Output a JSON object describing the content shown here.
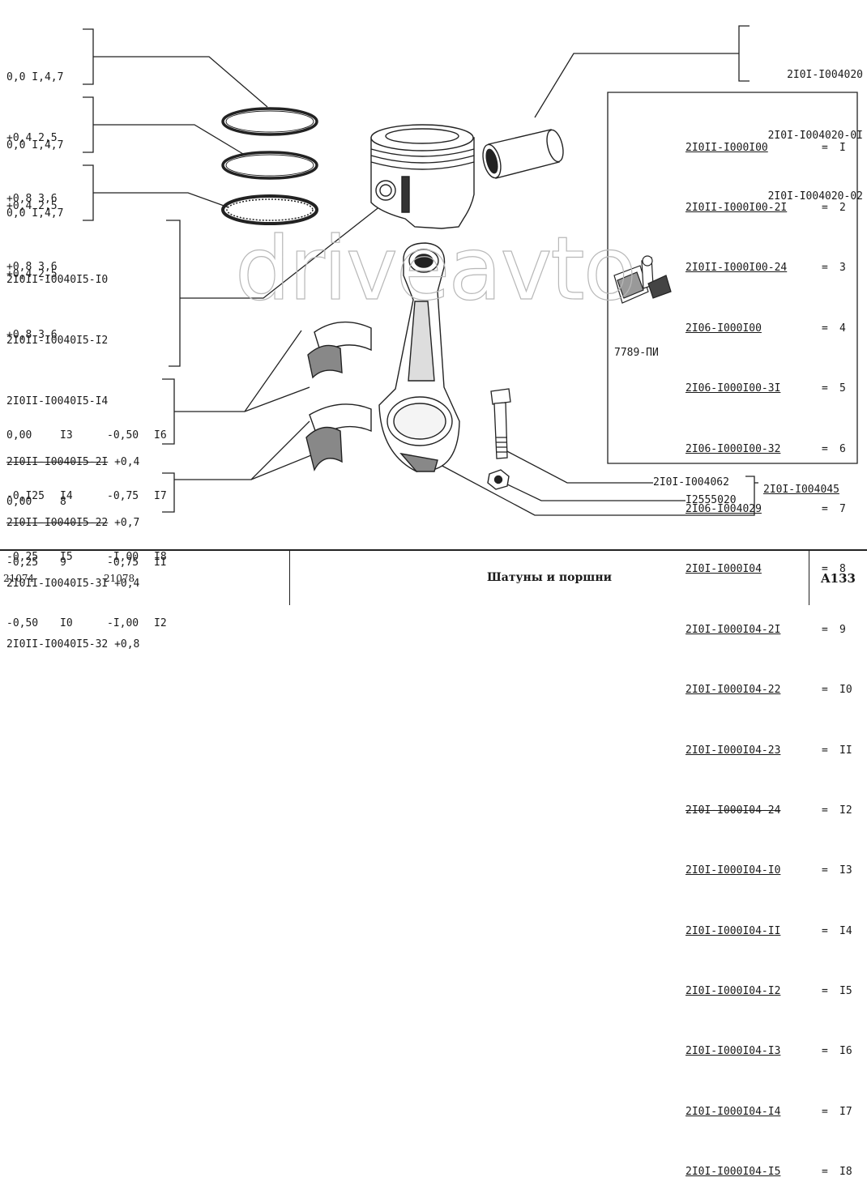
{
  "ring_groups": [
    {
      "rows": [
        "0,0 I,4,7",
        "+0,4 2,5",
        "+0,8 3,6"
      ]
    },
    {
      "rows": [
        "0,0 I,4,7",
        "+0,4 2,5",
        "+0,8 3,6"
      ]
    },
    {
      "rows": [
        "0,0 I,4,7",
        "+0,4 2,5",
        "+0,8 3,6"
      ]
    }
  ],
  "pistons": [
    {
      "code": "2I0II-I0040I5-I0",
      "suffix": "",
      "struck": false
    },
    {
      "code": "2I0II-I0040I5-I2",
      "suffix": "",
      "struck": false
    },
    {
      "code": "2I0II-I0040I5-I4",
      "suffix": "",
      "struck": false
    },
    {
      "code": "2I0II-I0040I5-2I",
      "suffix": "+0,4",
      "struck": true
    },
    {
      "code": "2I0II-I0040I5-22",
      "suffix": "+0,7",
      "struck": true
    },
    {
      "code": "2I0II-I0040I5-3I",
      "suffix": "+0,4",
      "struck": false
    },
    {
      "code": "2I0II-I0040I5-32",
      "suffix": "+0,8",
      "struck": false
    }
  ],
  "bearing_upper": [
    [
      "0,00",
      "I3",
      "-0,50",
      "I6"
    ],
    [
      "-0,I25",
      "I4",
      "-0,75",
      "I7"
    ],
    [
      "-0,25",
      "I5",
      "-I,00",
      "I8"
    ]
  ],
  "bearing_lower": [
    [
      "0,00",
      "8",
      "",
      ""
    ],
    [
      "-0,25",
      "9",
      "-0,75",
      "II"
    ],
    [
      "-0,50",
      "I0",
      "-I,00",
      "I2"
    ]
  ],
  "pins": [
    "2I0I-I004020",
    "2I0I-I004020-0I",
    "2I0I-I004020-02"
  ],
  "rods": [
    {
      "code": "2I0II-I000I00",
      "num": "I",
      "struck": false
    },
    {
      "code": "2I0II-I000I00-2I",
      "num": "2",
      "struck": false
    },
    {
      "code": "2I0II-I000I00-24",
      "num": "3",
      "struck": false
    },
    {
      "code": "2I06-I000I00",
      "num": "4",
      "struck": false
    },
    {
      "code": "2I06-I000I00-3I",
      "num": "5",
      "struck": false
    },
    {
      "code": "2I06-I000I00-32",
      "num": "6",
      "struck": false
    },
    {
      "code": "2I06-I004029",
      "num": "7",
      "struck": false
    },
    {
      "code": "2I0I-I000I04",
      "num": "8",
      "struck": false
    },
    {
      "code": "2I0I-I000I04-2I",
      "num": "9",
      "struck": false
    },
    {
      "code": "2I0I-I000I04-22",
      "num": "I0",
      "struck": false
    },
    {
      "code": "2I0I-I000I04-23",
      "num": "II",
      "struck": false
    },
    {
      "code": "2I0I-I000I04-24",
      "num": "I2",
      "struck": true
    },
    {
      "code": "2I0I-I000I04-I0",
      "num": "I3",
      "struck": false
    },
    {
      "code": "2I0I-I000I04-II",
      "num": "I4",
      "struck": false
    },
    {
      "code": "2I0I-I000I04-I2",
      "num": "I5",
      "struck": false
    },
    {
      "code": "2I0I-I000I04-I3",
      "num": "I6",
      "struck": false
    },
    {
      "code": "2I0I-I000I04-I4",
      "num": "I7",
      "struck": false
    },
    {
      "code": "2I0I-I000I04-I5",
      "num": "I8",
      "struck": false
    }
  ],
  "tool_label": "7789-ПИ",
  "bolt_code": "2I0I-I004062",
  "nut_code": "I2555020",
  "assembly_code": "2I0I-I004045",
  "watermark": "driveavto",
  "footer": {
    "model1": "21074",
    "model2": "21078",
    "title": "Шатуны и поршни",
    "page": "A133"
  }
}
